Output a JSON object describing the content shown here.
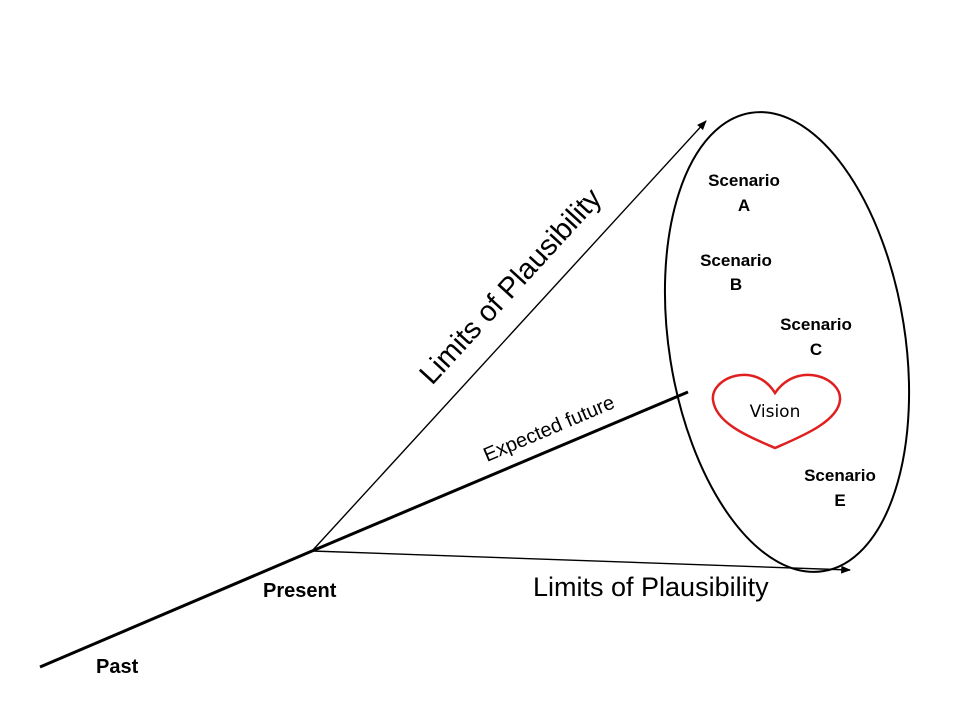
{
  "labels": {
    "past": "Past",
    "present": "Present",
    "expected_future": "Expected future",
    "limits_upper": "Limits of Plausibility",
    "limits_lower": "Limits of Plausibility",
    "vision": "Vision"
  },
  "scenarios": [
    {
      "line1": "Scenario",
      "line2": "A"
    },
    {
      "line1": "Scenario",
      "line2": "B"
    },
    {
      "line1": "Scenario",
      "line2": "C"
    },
    {
      "line1": "Scenario",
      "line2": "E"
    }
  ],
  "colors": {
    "lines": "#000000",
    "heart": "#e02020",
    "background": "#ffffff"
  }
}
